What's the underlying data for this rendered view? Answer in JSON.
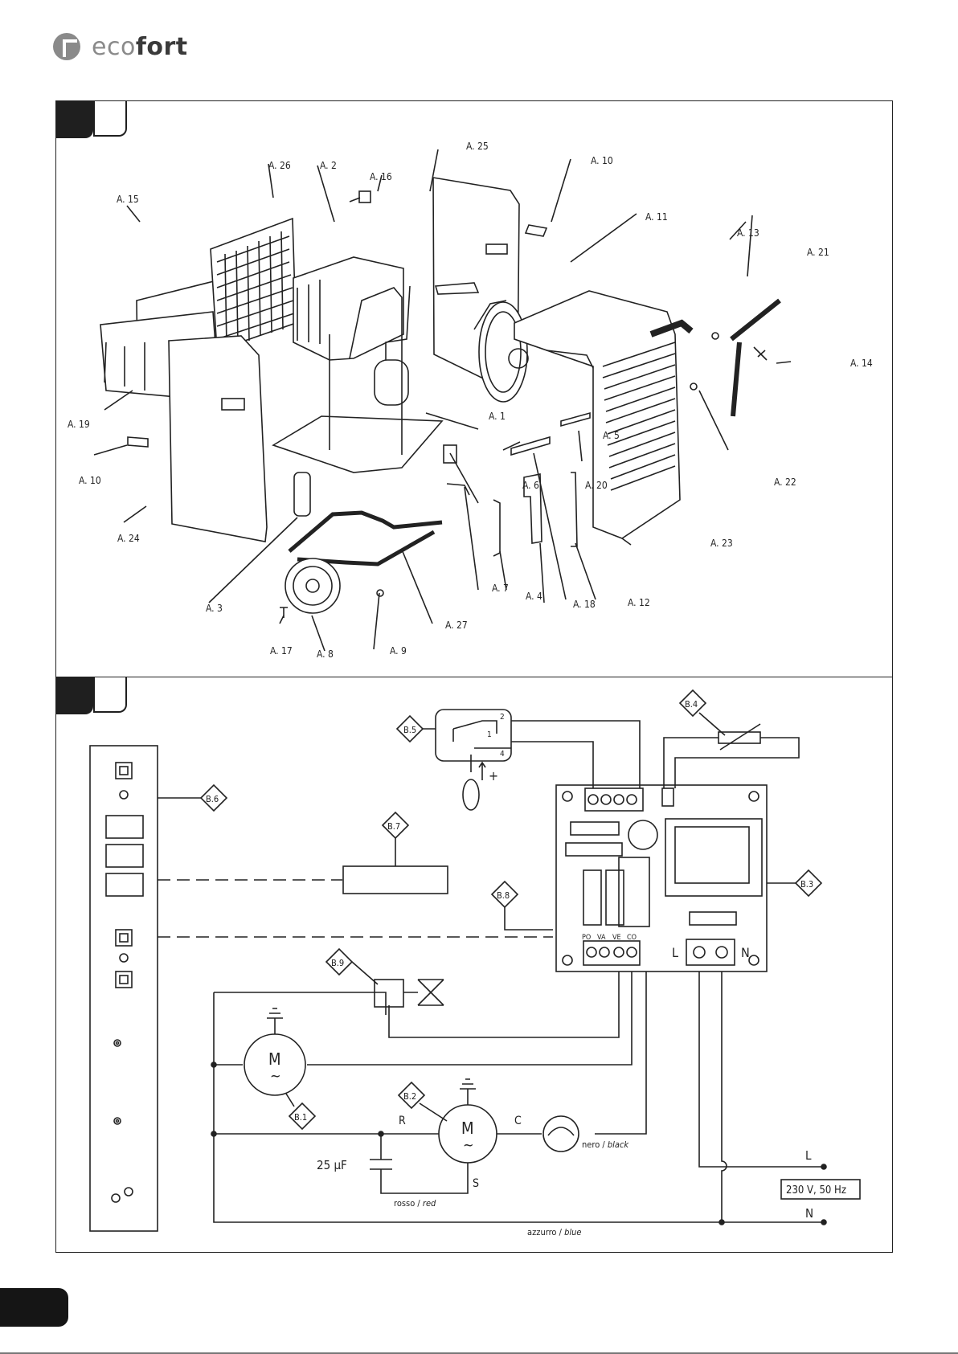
{
  "header": {
    "brand_prefix": "eco",
    "brand_suffix": "fort"
  },
  "figure_a": {
    "callouts": [
      "A. 1",
      "A. 2",
      "A. 3",
      "A. 4",
      "A. 5",
      "A. 6",
      "A. 7",
      "A. 8",
      "A. 9",
      "A. 10",
      "A. 10",
      "A. 11",
      "A. 12",
      "A. 13",
      "A. 14",
      "A. 15",
      "A. 16",
      "A. 17",
      "A. 18",
      "A. 19",
      "A. 20",
      "A. 21",
      "A. 22",
      "A. 23",
      "A. 24",
      "A. 25",
      "A. 26",
      "A. 27"
    ]
  },
  "figure_b": {
    "callouts": [
      "B.1",
      "B.2",
      "B.3",
      "B.4",
      "B.5",
      "B.6",
      "B.7",
      "B.8",
      "B.9"
    ],
    "relay_pins": [
      "2",
      "1",
      "4"
    ],
    "motor_symbol": "M",
    "motor_wave": "~",
    "plus_sign": "+",
    "terminal_labels": [
      "PO",
      "VA",
      "VE",
      "CO"
    ],
    "board_line": "L",
    "board_neutral": "N",
    "compressor_r": "R",
    "compressor_c": "C",
    "compressor_s": "S",
    "capacitor": "25 µF",
    "wire_black": "nero / ",
    "wire_black_en": "black",
    "wire_red": "rosso / ",
    "wire_red_en": "red",
    "wire_blue": "azzurro / ",
    "wire_blue_en": "blue",
    "supply_l": "L",
    "supply_n": "N",
    "supply_rating": "230 V, 50 Hz"
  }
}
